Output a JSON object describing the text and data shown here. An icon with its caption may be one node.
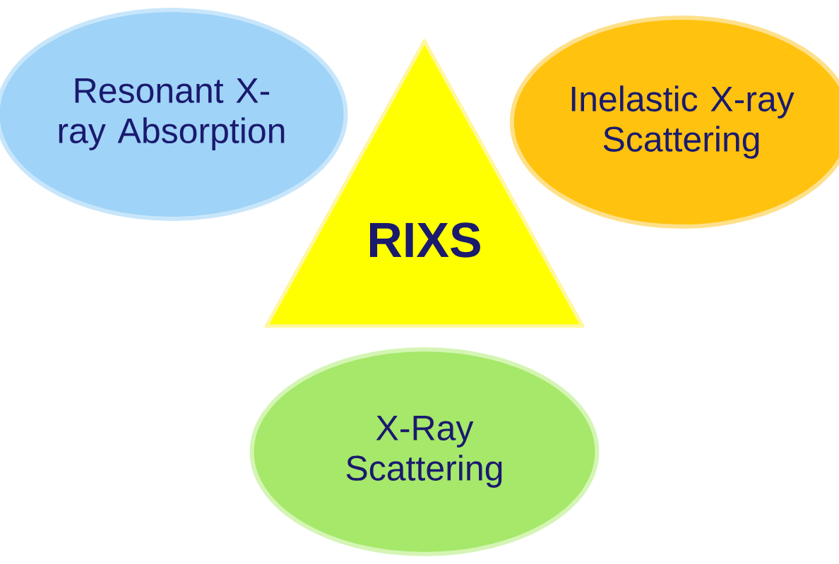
{
  "diagram": {
    "nodes": [
      {
        "text": [
          "Resonant X-ray Absorption"
        ]
      },
      {
        "text": [
          "Inelastic X-ray Scattering"
        ]
      },
      {
        "text": [
          "RIXS"
        ]
      },
      {
        "text": [
          "X-Ray Scattering"
        ]
      }
    ]
  }
}
